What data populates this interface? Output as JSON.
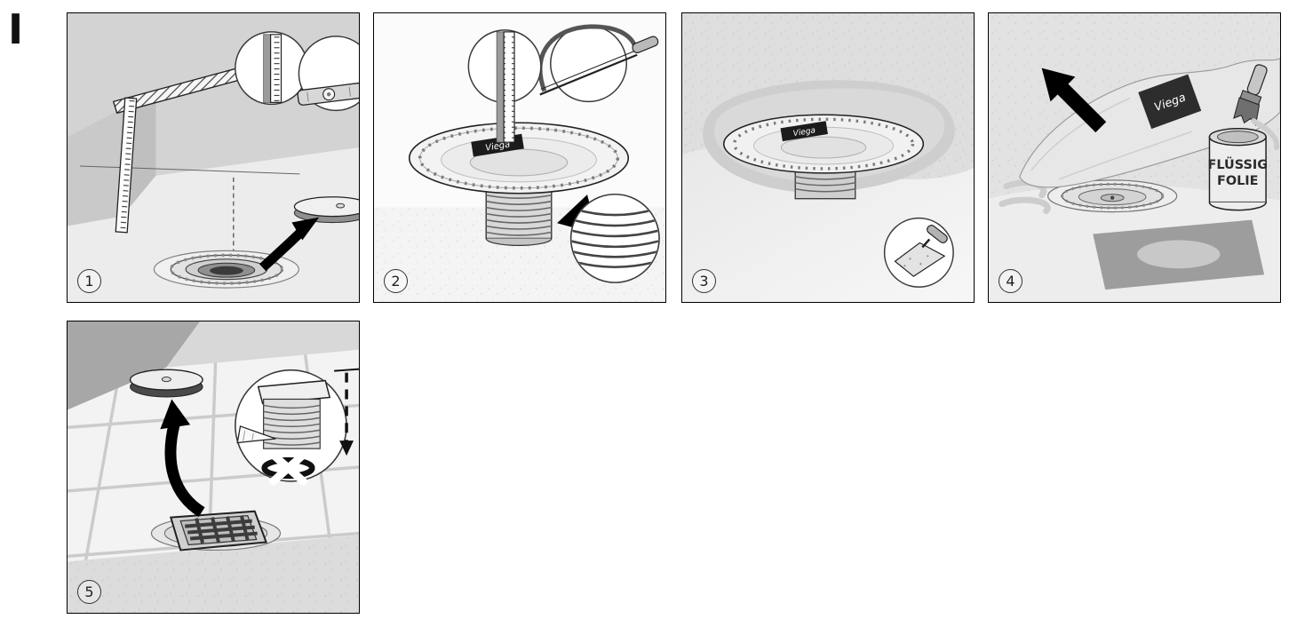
{
  "section_label": "I",
  "brand": "Viega",
  "can_label": {
    "line1": "FLÜSSIG",
    "line2": "FOLIE"
  },
  "panels": [
    {
      "number": "1",
      "depicts": [
        "folding-rule",
        "ruler",
        "spirit-level",
        "floor-drain",
        "cover-cap",
        "curved-arrow"
      ]
    },
    {
      "number": "2",
      "depicts": [
        "ruler",
        "hacksaw",
        "sealing-flange",
        "threaded-spigot",
        "arrow-left",
        "thread-detail-circle"
      ]
    },
    {
      "number": "3",
      "depicts": [
        "sealing-flange-in-screed",
        "threaded-spigot",
        "trowel"
      ]
    },
    {
      "number": "4",
      "depicts": [
        "sealing-fleece",
        "arrow-up-left",
        "brush",
        "liquid-foil-can",
        "floor-drain",
        "fleece-cutout"
      ]
    },
    {
      "number": "5",
      "depicts": [
        "tiled-floor",
        "square-grate",
        "cover-cap",
        "curved-arrow",
        "height-detail-circle",
        "o-ring-crossed-out",
        "shim"
      ]
    }
  ]
}
